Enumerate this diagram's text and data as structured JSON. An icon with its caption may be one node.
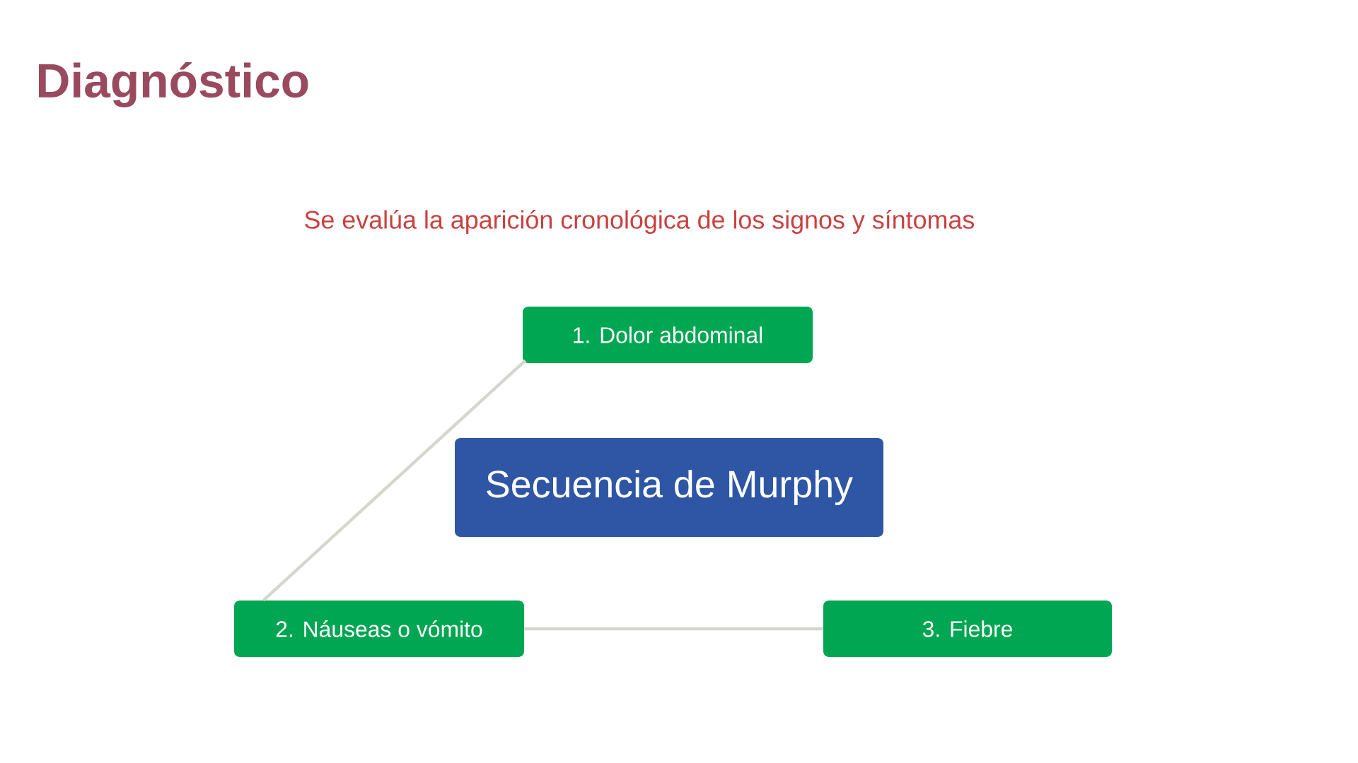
{
  "diagram": {
    "title": "Diagnóstico",
    "nodes": [
      {
        "text": [
          "1. Dolor abdominal"
        ]
      },
      {
        "text": [
          "Secuencia de Murphy"
        ]
      },
      {
        "text": [
          "2. Náuseas o vómito"
        ]
      },
      {
        "text": [
          "3. Fiebre"
        ]
      }
    ],
    "edges": [
      {
        "from": 0,
        "to": 2,
        "arrow": "none"
      },
      {
        "from": 2,
        "to": 3,
        "arrow": "none"
      }
    ],
    "labels": [
      "Se evalúa la aparición cronológica de los signos y síntomas"
    ]
  }
}
